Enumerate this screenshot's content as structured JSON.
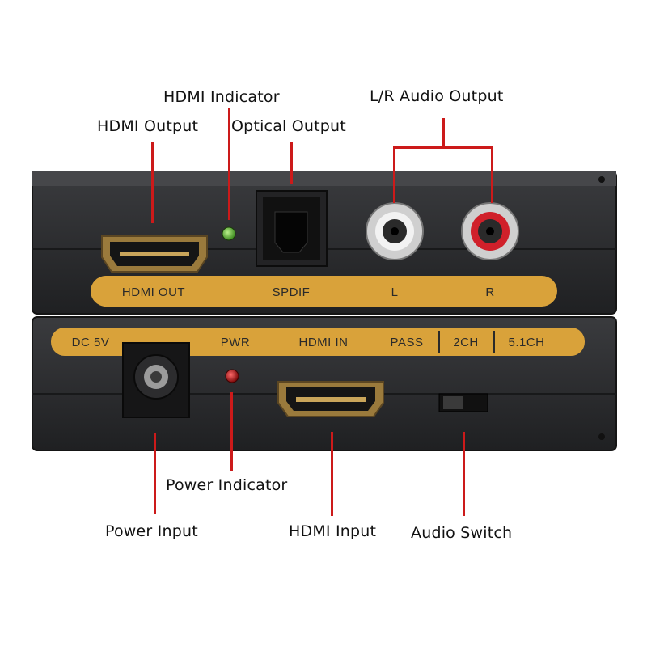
{
  "callouts": {
    "hdmi_indicator": "HDMI Indicator",
    "hdmi_output": "HDMI Output",
    "optical_output": "Optical Output",
    "lr_audio_output": "L/R Audio Output",
    "power_indicator": "Power Indicator",
    "power_input": "Power Input",
    "hdmi_input": "HDMI Input",
    "audio_switch": "Audio Switch"
  },
  "top_panel": {
    "hdmi_out": "HDMI OUT",
    "spdif": "SPDIF",
    "left": "L",
    "right": "R"
  },
  "bottom_panel": {
    "dc5v": "DC 5V",
    "pwr": "PWR",
    "hdmi_in": "HDMI IN",
    "pass": "PASS",
    "ch2": "2CH",
    "ch51": "5.1CH"
  },
  "colors": {
    "chassis": "#2b2c2e",
    "label_strip": "#d9a23a",
    "leader_line": "#cc1a1a",
    "led_green": "#5fc23a",
    "led_red": "#b01818"
  }
}
